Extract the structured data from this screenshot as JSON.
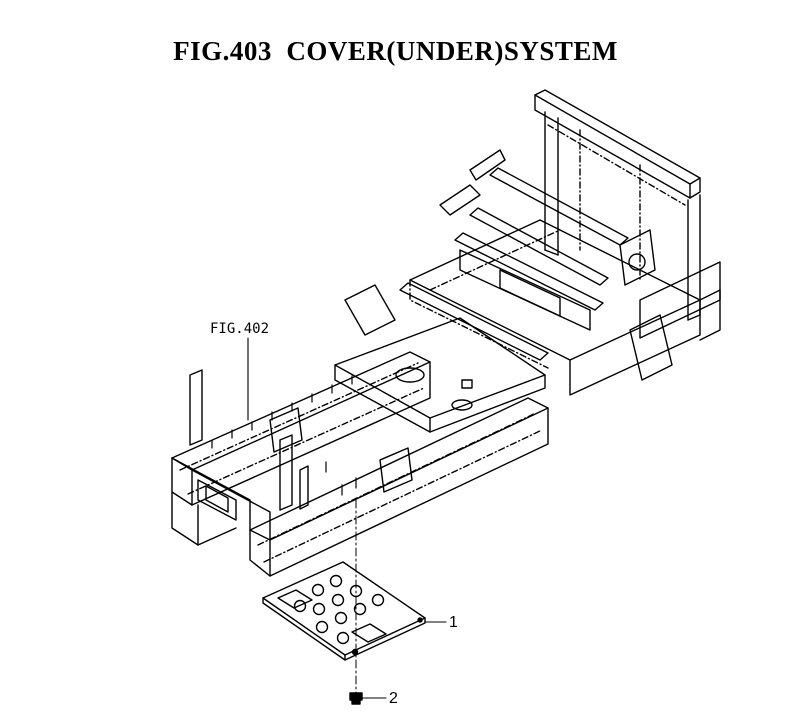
{
  "figure": {
    "title": "FIG.403  COVER(UNDER)SYSTEM",
    "cross_reference": "FIG.402",
    "callouts": [
      {
        "number": "1",
        "part": "under-cover"
      },
      {
        "number": "2",
        "part": "bolt"
      }
    ]
  }
}
